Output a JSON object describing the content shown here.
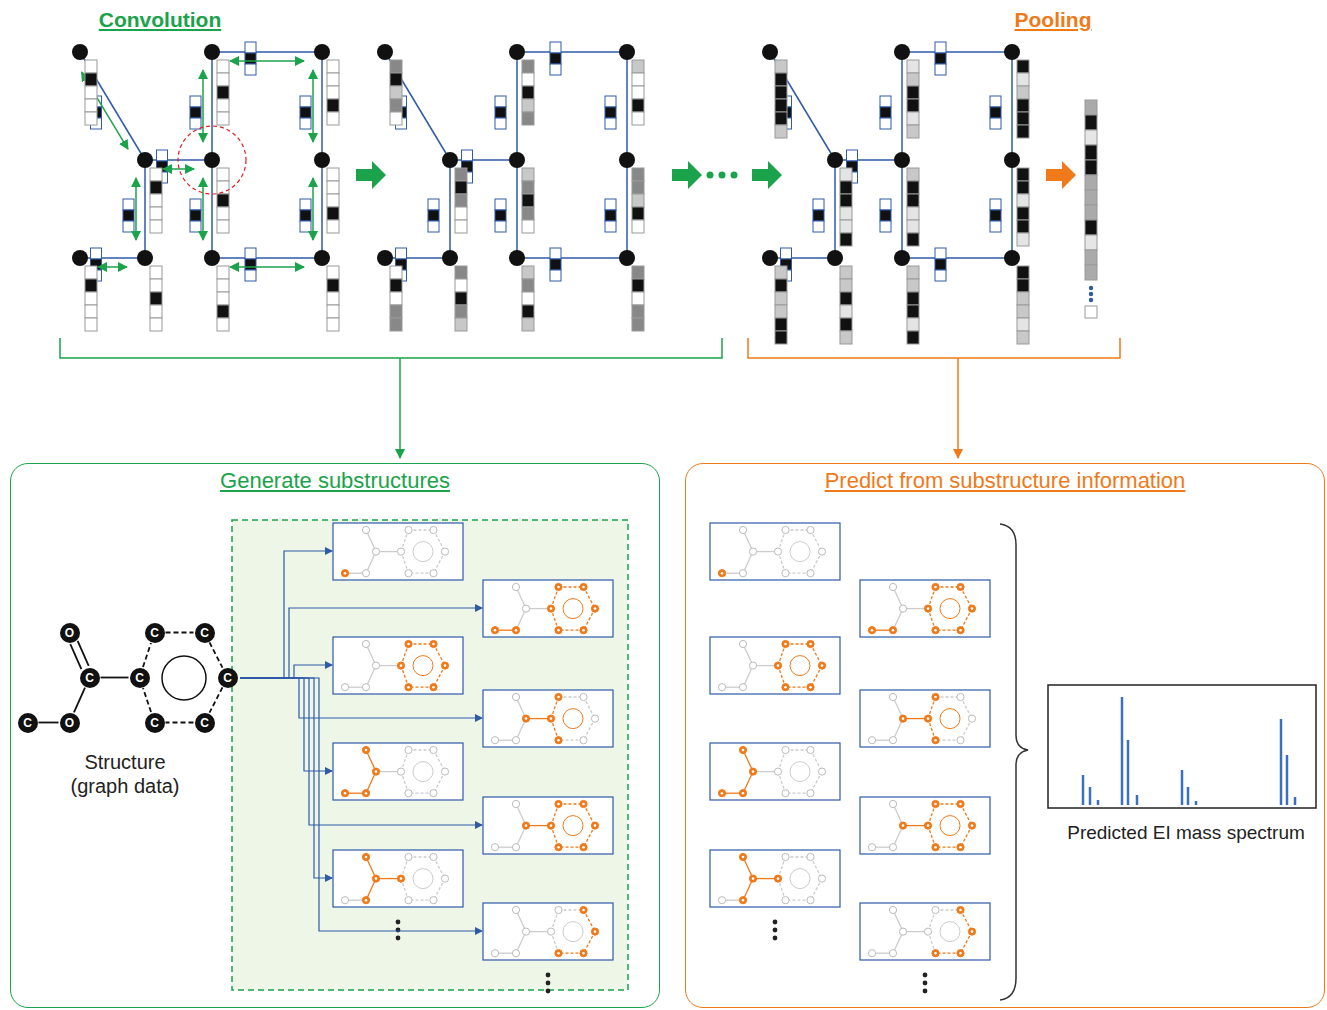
{
  "diagram": {
    "nodes": [
      {
        "text": [
          "Generate substructures"
        ]
      },
      {
        "text": [
          "Predict from substructure information"
        ]
      },
      {
        "text": [
          "O"
        ],
        "in": 0
      },
      {
        "text": [
          "C"
        ],
        "in": 0
      },
      {
        "text": [
          "C"
        ],
        "in": 0
      },
      {
        "text": [
          "C"
        ],
        "in": 0
      },
      {
        "text": [
          "C"
        ],
        "in": 0
      },
      {
        "text": [
          "C"
        ],
        "in": 0
      },
      {
        "text": [
          "C"
        ],
        "in": 0
      },
      {
        "text": [
          "O"
        ],
        "in": 0
      },
      {
        "text": [
          "C"
        ],
        "in": 0
      },
      {
        "text": [
          "C"
        ],
        "in": 0
      }
    ],
    "edges": [
      {
        "from": 2,
        "to": 5,
        "arrow": "none"
      },
      {
        "from": 5,
        "to": 6,
        "arrow": "none"
      },
      {
        "from": 5,
        "to": 9,
        "arrow": "none"
      },
      {
        "from": 9,
        "to": 8,
        "arrow": "none"
      },
      {
        "from": 6,
        "to": 3,
        "arrow": "none"
      },
      {
        "from": 3,
        "to": 4,
        "arrow": "none"
      },
      {
        "from": 4,
        "to": 7,
        "arrow": "none"
      },
      {
        "from": 7,
        "to": 11,
        "arrow": "none"
      },
      {
        "from": 11,
        "to": 10,
        "arrow": "none"
      },
      {
        "from": 10,
        "to": 6,
        "arrow": "none"
      }
    ],
    "labels": [
      "Convolution",
      "Pooling",
      "Structure (graph data)",
      "Predicted EI mass spectrum"
    ]
  }
}
